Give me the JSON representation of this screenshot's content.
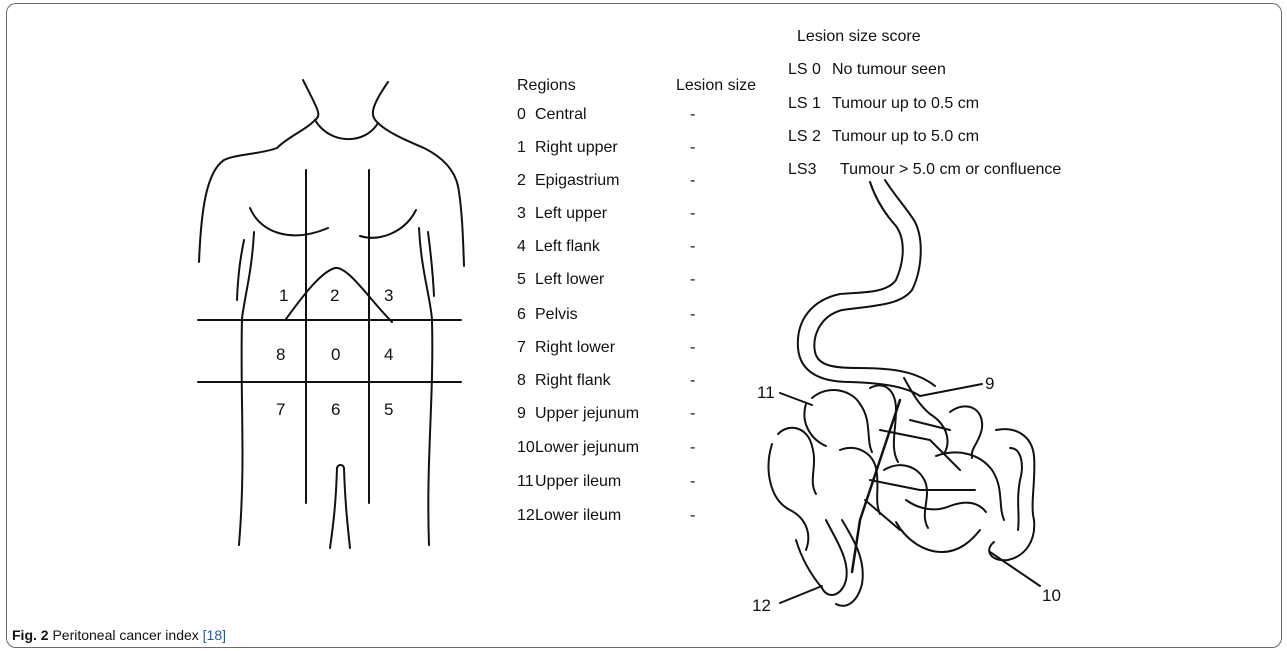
{
  "legend": {
    "regions_heading": "Regions",
    "lesion_size_heading": "Lesion size",
    "rows": [
      {
        "num": "0",
        "name": "Central",
        "size": "-"
      },
      {
        "num": "1",
        "name": "Right upper",
        "size": "-"
      },
      {
        "num": "2",
        "name": "Epigastrium",
        "size": "-"
      },
      {
        "num": "3",
        "name": "Left upper",
        "size": "-"
      },
      {
        "num": "4",
        "name": "Left flank",
        "size": "-"
      },
      {
        "num": "5",
        "name": "Left lower",
        "size": "-"
      },
      {
        "num": "6",
        "name": "Pelvis",
        "size": "-"
      },
      {
        "num": "7",
        "name": "Right lower",
        "size": "-"
      },
      {
        "num": "8",
        "name": "Right flank",
        "size": "-"
      },
      {
        "num": "9",
        "name": "Upper jejunum",
        "size": "-"
      },
      {
        "num": "10",
        "name": "Lower jejunum",
        "size": "-"
      },
      {
        "num": "11",
        "name": "Upper ileum",
        "size": "-"
      },
      {
        "num": "12",
        "name": "Lower ileum",
        "size": "-"
      }
    ]
  },
  "score": {
    "heading": "Lesion size score",
    "items": [
      {
        "code": "LS 0",
        "desc": "No tumour seen"
      },
      {
        "code": "LS 1",
        "desc": "Tumour up to 0.5 cm"
      },
      {
        "code": "LS 2",
        "desc": "Tumour up to 5.0 cm"
      },
      {
        "code": "LS3",
        "desc": "Tumour > 5.0 cm or confluence"
      }
    ]
  },
  "body_regions": {
    "r1": "1",
    "r2": "2",
    "r3": "3",
    "r8": "8",
    "r0": "0",
    "r4": "4",
    "r7": "7",
    "r6": "6",
    "r5": "5"
  },
  "bowel_labels": {
    "l9": "9",
    "l10": "10",
    "l11": "11",
    "l12": "12"
  },
  "caption": {
    "fig": "Fig. 2",
    "text": " Peritoneal cancer index ",
    "ref": "[18]"
  }
}
